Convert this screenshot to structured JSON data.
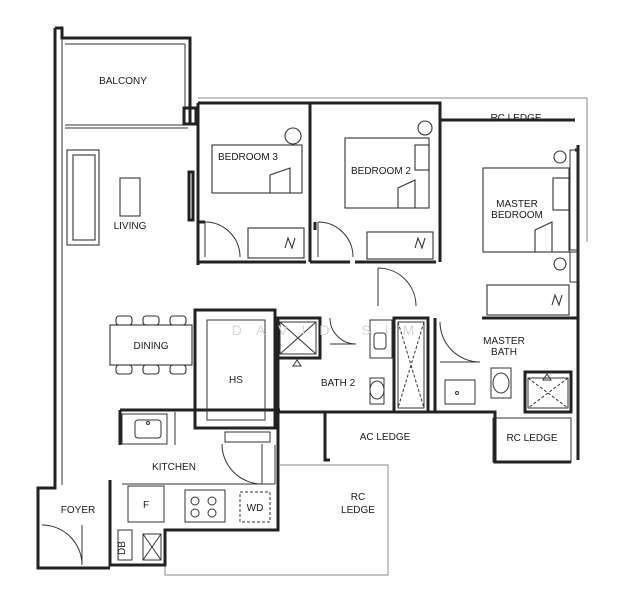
{
  "floorplan": {
    "rooms": {
      "balcony": "BALCONY",
      "rc_ledge_top": "RC LEDGE",
      "bedroom3": "BEDROOM 3",
      "bedroom2": "BEDROOM 2",
      "master_bedroom_line1": "MASTER",
      "master_bedroom_line2": "BEDROOM",
      "living": "LIVING",
      "dining": "DINING",
      "hs": "HS",
      "bath2": "BATH 2",
      "master_bath_line1": "MASTER",
      "master_bath_line2": "BATH",
      "ac_ledge": "AC LEDGE",
      "rc_ledge_right": "RC LEDGE",
      "kitchen": "KITCHEN",
      "rc_ledge_bottom_line1": "RC",
      "rc_ledge_bottom_line2": "LEDGE",
      "foyer": "FOYER"
    },
    "fixtures": {
      "fridge": "F",
      "washer_dryer": "WD",
      "db": "DB"
    },
    "watermark": "DAVID SIM",
    "icons": [
      "door-swing-icon",
      "toilet-icon",
      "sink-icon",
      "shower-icon",
      "wardrobe-icon",
      "bed-icon",
      "stove-icon"
    ]
  }
}
